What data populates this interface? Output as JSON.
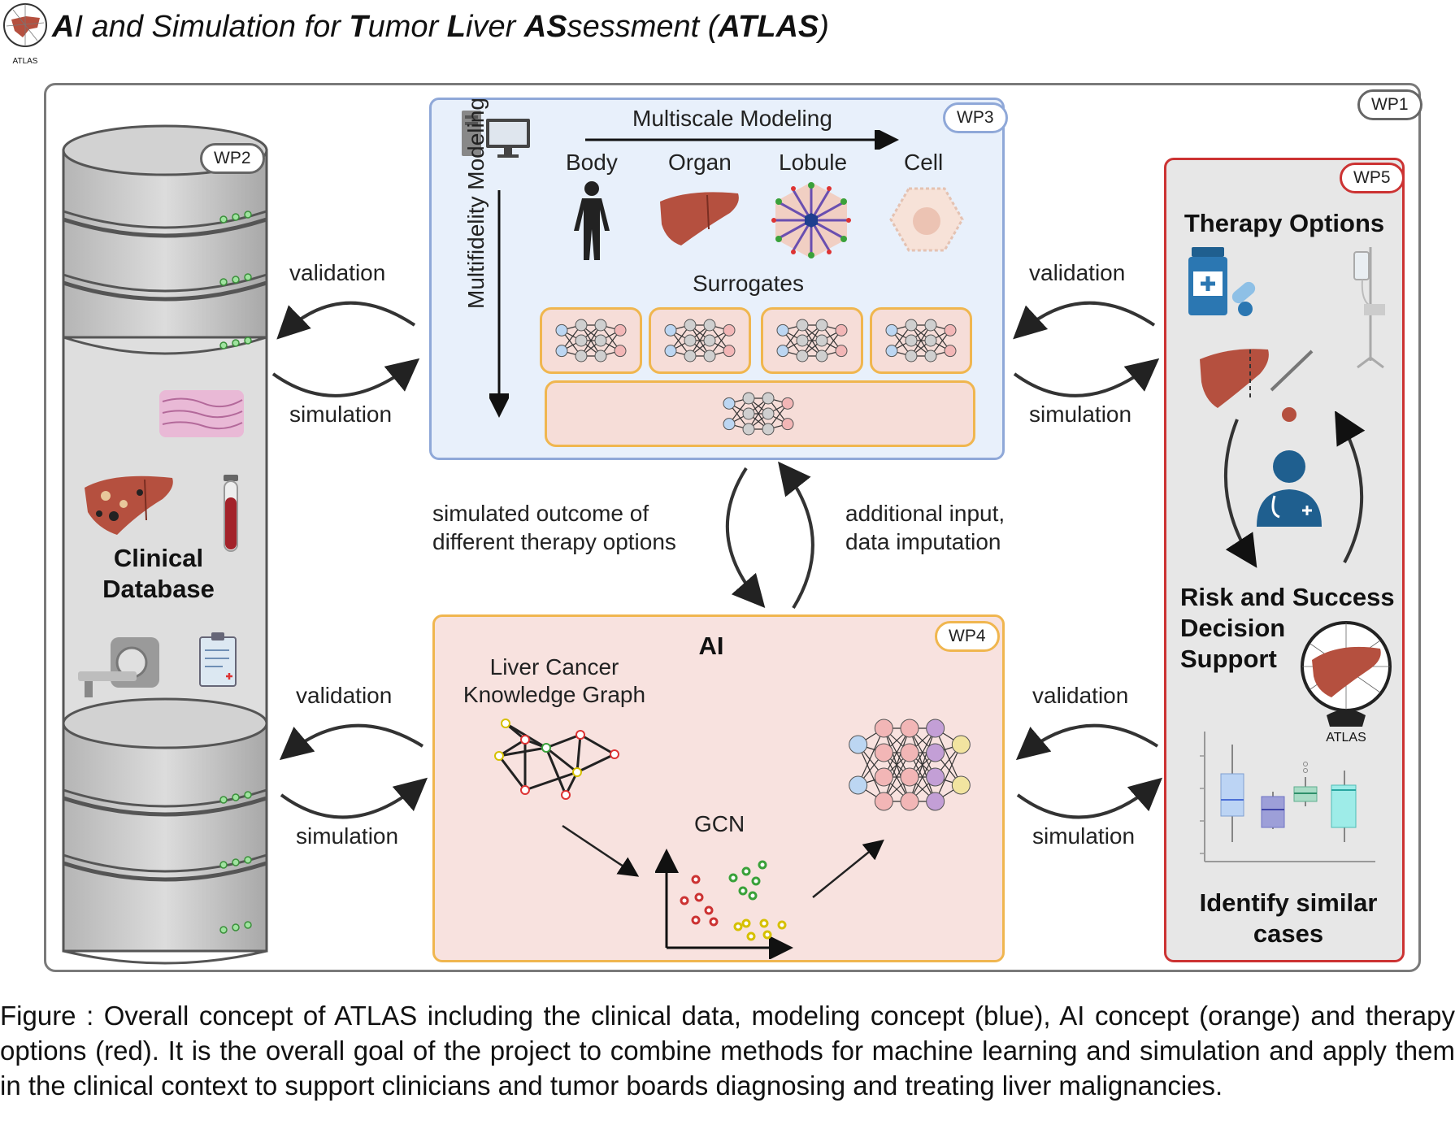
{
  "header": {
    "title_parts": [
      {
        "text": "A",
        "bold": true
      },
      {
        "text": "I and Simulation for ",
        "bold": false
      },
      {
        "text": "T",
        "bold": true
      },
      {
        "text": "umor ",
        "bold": false
      },
      {
        "text": "L",
        "bold": true
      },
      {
        "text": "iver ",
        "bold": false
      },
      {
        "text": "AS",
        "bold": true
      },
      {
        "text": "sessment (",
        "bold": false
      },
      {
        "text": "ATLAS",
        "bold": true
      },
      {
        "text": ")",
        "bold": false
      }
    ],
    "logo_label": "ATLAS"
  },
  "badges": {
    "wp1": "WP1",
    "wp2": "WP2",
    "wp3": "WP3",
    "wp4": "WP4",
    "wp5": "WP5"
  },
  "database": {
    "title_line1": "Clinical",
    "title_line2": "Database"
  },
  "modeling": {
    "multiscale_label": "Multiscale Modeling",
    "multifidelity_label": "Multifidelity Modeling",
    "scales": [
      "Body",
      "Organ",
      "Lobule",
      "Cell"
    ],
    "surrogates_label": "Surrogates"
  },
  "ai": {
    "title": "AI",
    "kg_line1": "Liver Cancer",
    "kg_line2": "Knowledge Graph",
    "gcn_label": "GCN"
  },
  "therapy": {
    "options_title": "Therapy Options",
    "decision_line1": "Risk and Success",
    "decision_line2": "Decision",
    "decision_line3": "Support",
    "similar_line1": "Identify similar",
    "similar_line2": "cases",
    "logo_label": "ATLAS"
  },
  "arrows": {
    "validation": "validation",
    "simulation": "simulation",
    "down_line1": "simulated outcome of",
    "down_line2": "different therapy options",
    "up_line1": "additional input,",
    "up_line2": "data imputation"
  },
  "caption": "Figure   : Overall concept of ATLAS including the clinical data, modeling concept (blue), AI concept (orange) and therapy options (red).  It is the overall goal of the project to combine methods for machine learning and simulation and apply them in the clinical context to support clinicians and tumor boards diagnosing and treating liver malignancies.",
  "colors": {
    "model_border": "#8fa8d8",
    "model_fill": "#e8f0fb",
    "ai_border": "#f0b64f",
    "ai_fill": "#f8e2df",
    "therapy_border": "#cc3333",
    "therapy_fill": "#e7e7e7",
    "liver": "#b5503f",
    "drum": "#c9c9c9"
  }
}
